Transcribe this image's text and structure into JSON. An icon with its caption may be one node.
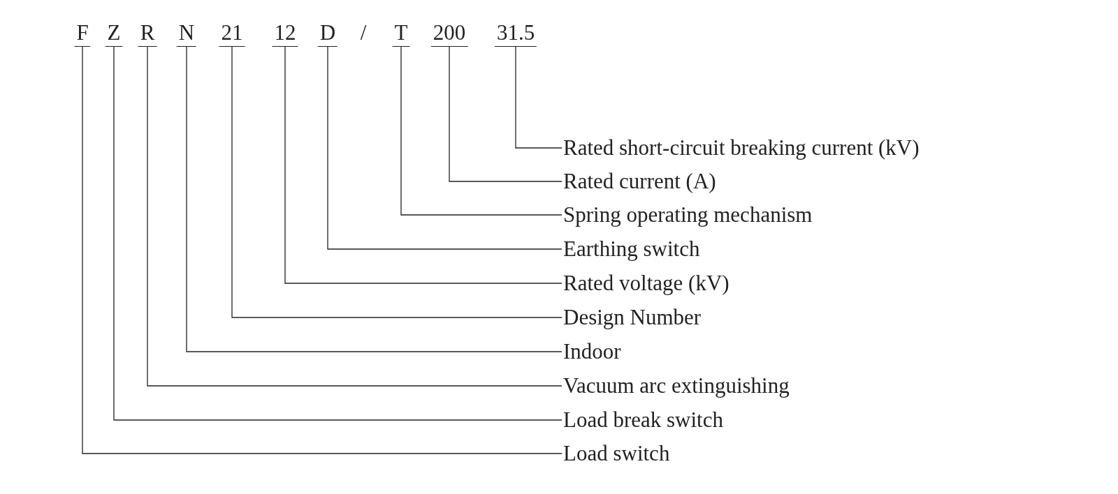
{
  "diagram": {
    "nodes": [
      {
        "text": [
          "F"
        ]
      },
      {
        "text": [
          "Z"
        ]
      },
      {
        "text": [
          "R"
        ]
      },
      {
        "text": [
          "N"
        ]
      },
      {
        "text": [
          "21"
        ]
      },
      {
        "text": [
          "12"
        ]
      },
      {
        "text": [
          "D"
        ]
      },
      {
        "text": [
          "T"
        ]
      },
      {
        "text": [
          "200"
        ]
      },
      {
        "text": [
          "31.5"
        ]
      },
      {
        "text": [
          "Rated short-circuit breaking current (kV)"
        ]
      },
      {
        "text": [
          "Rated current (A)"
        ]
      },
      {
        "text": [
          "Spring operating mechanism"
        ]
      },
      {
        "text": [
          "Earthing switch"
        ]
      },
      {
        "text": [
          "Rated voltage (kV)"
        ]
      },
      {
        "text": [
          "Design Number"
        ]
      },
      {
        "text": [
          "Indoor"
        ]
      },
      {
        "text": [
          "Vacuum arc extinguishing"
        ]
      },
      {
        "text": [
          "Load break switch"
        ]
      },
      {
        "text": [
          "Load switch"
        ]
      }
    ],
    "edges": [
      {
        "from": 9,
        "to": 10,
        "arrow": "none"
      },
      {
        "from": 8,
        "to": 11,
        "arrow": "none"
      },
      {
        "from": 7,
        "to": 12,
        "arrow": "none"
      },
      {
        "from": 6,
        "to": 13,
        "arrow": "none"
      },
      {
        "from": 5,
        "to": 14,
        "arrow": "none"
      },
      {
        "from": 4,
        "to": 15,
        "arrow": "none"
      },
      {
        "from": 3,
        "to": 16,
        "arrow": "none"
      },
      {
        "from": 2,
        "to": 17,
        "arrow": "none"
      },
      {
        "from": 1,
        "to": 18,
        "arrow": "none"
      },
      {
        "from": 0,
        "to": 19,
        "arrow": "none"
      }
    ],
    "labels": [
      "/"
    ]
  }
}
